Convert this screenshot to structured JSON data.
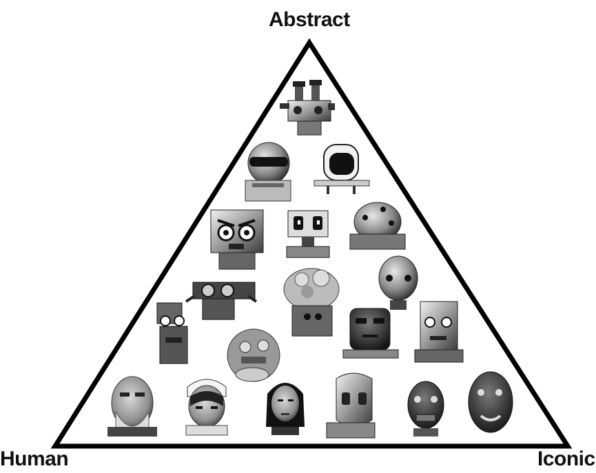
{
  "labels": {
    "top": "Abstract",
    "left": "Human",
    "right": "Iconic"
  },
  "colors": {
    "line": "#000000",
    "background": "#ffffff"
  },
  "robots": [
    "robot-1",
    "robot-2",
    "robot-3",
    "robot-4",
    "robot-5",
    "robot-6",
    "robot-7",
    "robot-8",
    "robot-9",
    "robot-10",
    "robot-11",
    "robot-12",
    "robot-13",
    "robot-14",
    "robot-15",
    "robot-16",
    "robot-17",
    "robot-18",
    "robot-19",
    "robot-20"
  ]
}
